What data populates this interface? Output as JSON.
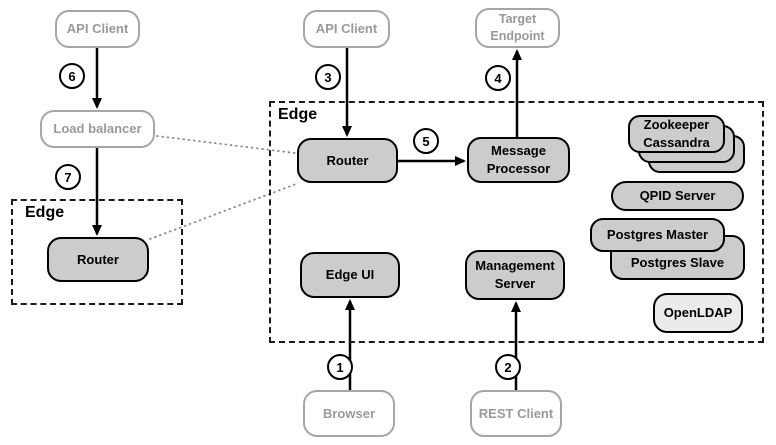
{
  "colors": {
    "node-fill": "#cccccc",
    "node-border": "#000000",
    "client-border": "#a6a6a6",
    "client-text": "#999999",
    "light-fill": "#ebebeb",
    "dotted-line": "#8a8a8a"
  },
  "groups": {
    "edge_main": {
      "label": "Edge"
    },
    "edge_small": {
      "label": "Edge"
    }
  },
  "nodes": {
    "api_client_left": {
      "label": "API Client"
    },
    "load_balancer": {
      "label": "Load balancer"
    },
    "router_small": {
      "label": "Router"
    },
    "api_client_mid": {
      "label": "API Client"
    },
    "target_endpoint": {
      "label": "Target Endpoint"
    },
    "router_main": {
      "label": "Router"
    },
    "message_processor": {
      "label": "Message Processor"
    },
    "edge_ui": {
      "label": "Edge UI"
    },
    "management_server": {
      "label": "Management Server"
    },
    "zookeeper": {
      "label": "Zookeeper"
    },
    "cassandra": {
      "label": "Cassandra"
    },
    "qpid_server": {
      "label": "QPID Server"
    },
    "postgres_master": {
      "label": "Postgres Master"
    },
    "postgres_slave": {
      "label": "Postgres Slave"
    },
    "openldap": {
      "label": "OpenLDAP"
    },
    "browser": {
      "label": "Browser"
    },
    "rest_client": {
      "label": "REST Client"
    }
  },
  "steps": {
    "step1": "1",
    "step2": "2",
    "step3": "3",
    "step4": "4",
    "step5": "5",
    "step6": "6",
    "step7": "7"
  }
}
